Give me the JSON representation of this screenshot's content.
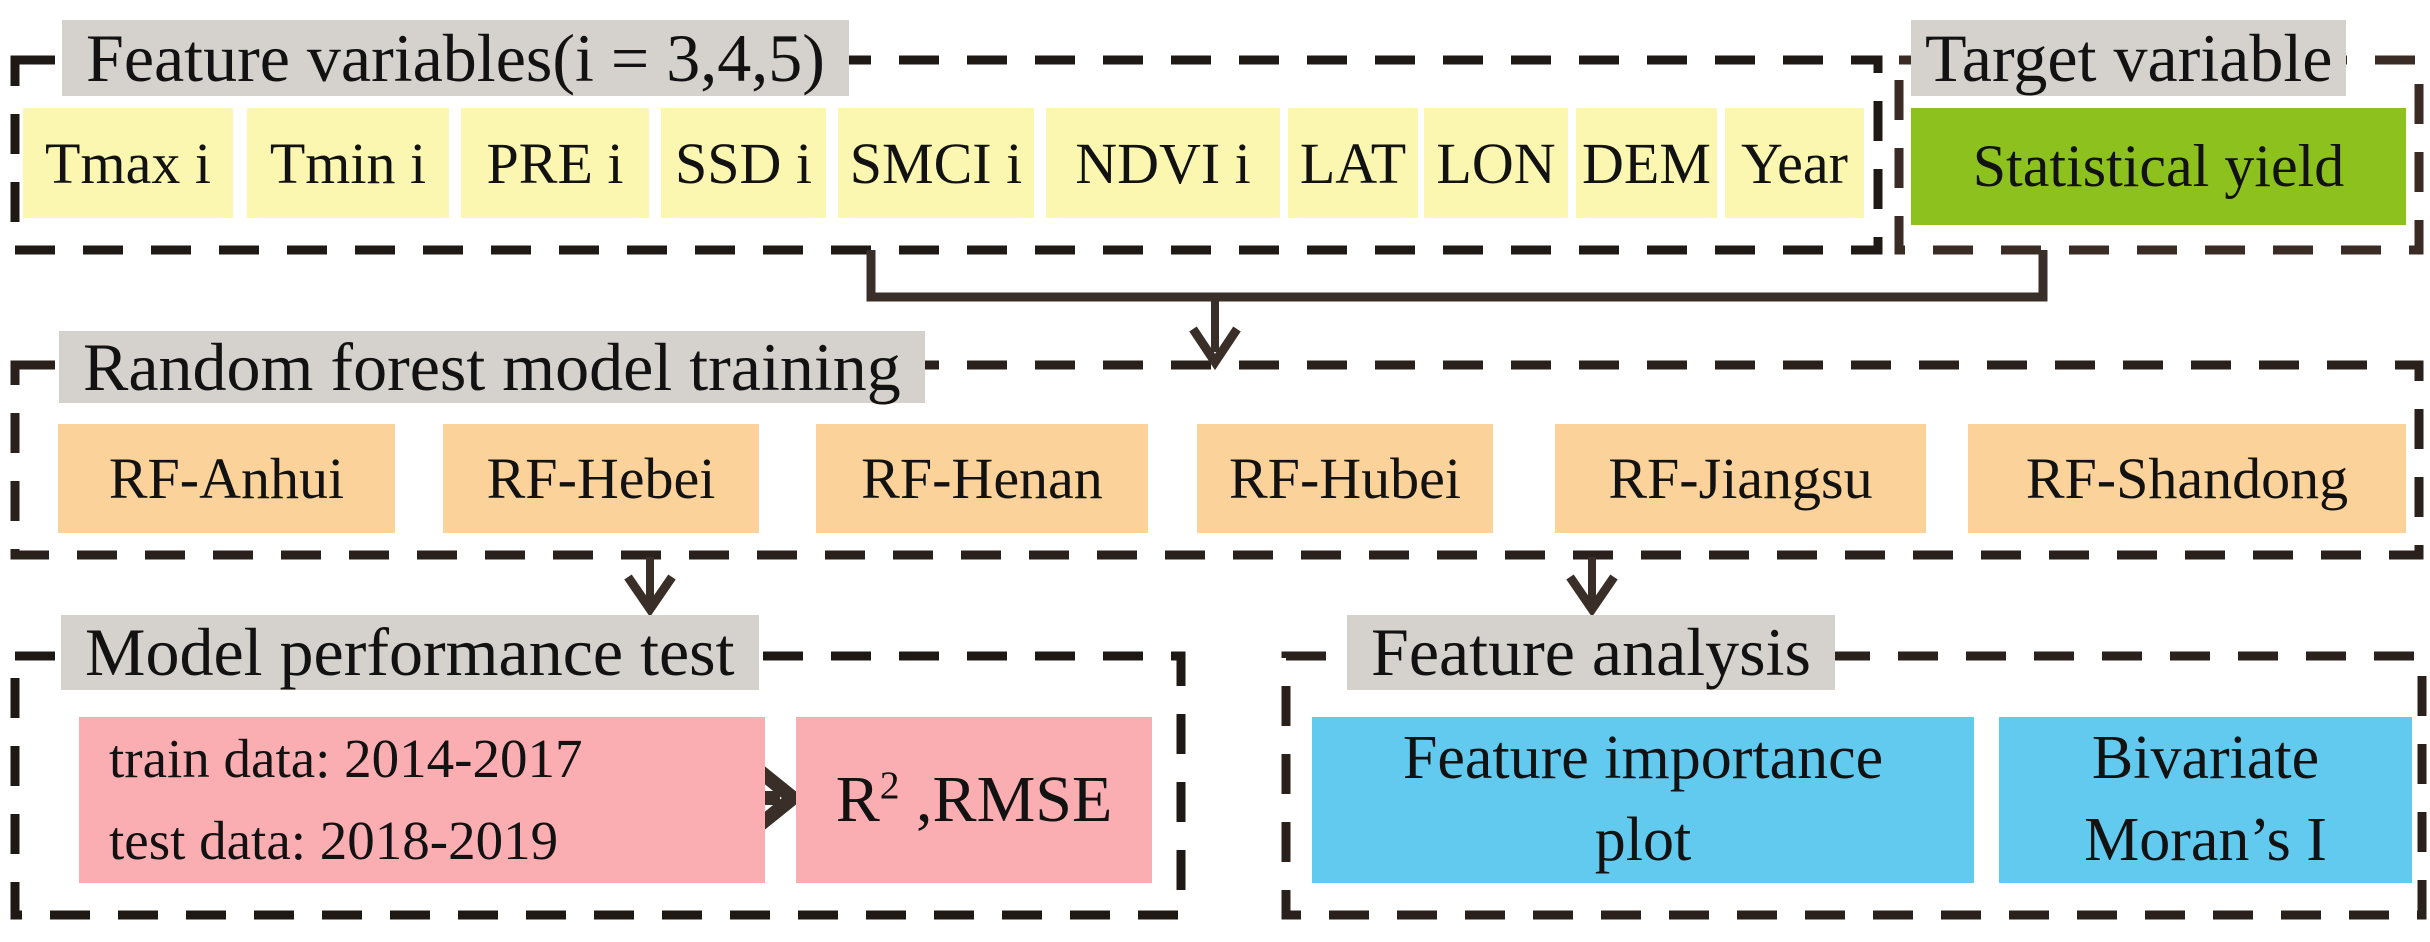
{
  "palette": {
    "header_bg": "#d5d1cc",
    "yellow": "#fbf7b0",
    "green": "#8dc21e",
    "orange": "#fad29a",
    "pink": "#fbaeb2",
    "blue": "#62caee",
    "dash_line": "#221b16",
    "arrow_line": "#3a2f28",
    "text": "#121212"
  },
  "sections": {
    "feature_variables": {
      "title": "Feature variables(i = 3,4,5)",
      "items": [
        "Tmax i",
        "Tmin i",
        "PRE i",
        "SSD i",
        "SMCI i",
        "NDVI i",
        "LAT",
        "LON",
        "DEM",
        "Year"
      ]
    },
    "target_variable": {
      "title": "Target variable",
      "value": "Statistical yield"
    },
    "random_forest": {
      "title": "Random forest model training",
      "models": [
        "RF-Anhui",
        "RF-Hebei",
        "RF-Henan",
        "RF-Hubei",
        "RF-Jiangsu",
        "RF-Shandong"
      ]
    },
    "model_performance": {
      "title": "Model performance test",
      "data_split": {
        "line1": "train data: 2014-2017",
        "line2": "test data: 2018-2019"
      },
      "metrics": {
        "base": "R",
        "superscript": "2",
        "rest": " ,RMSE"
      }
    },
    "feature_analysis": {
      "title": "Feature analysis",
      "methods": [
        {
          "line1": "Feature importance",
          "line2": "plot"
        },
        {
          "line1": "Bivariate",
          "line2": "Moran’s I"
        }
      ]
    }
  }
}
